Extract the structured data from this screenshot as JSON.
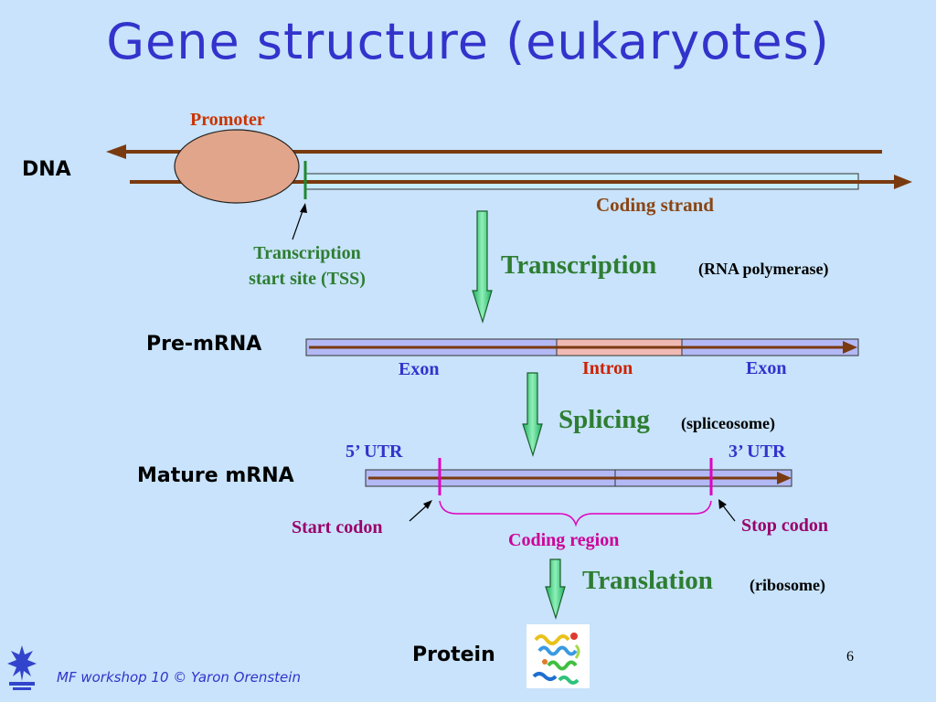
{
  "title": "Gene structure (eukaryotes)",
  "labels": {
    "promoter": "Promoter",
    "dna": "DNA",
    "coding_strand": "Coding strand",
    "tss_line1": "Transcription",
    "tss_line2": "start site (TSS)",
    "pre_mrna": "Pre-mRNA",
    "exon_1": "Exon",
    "intron": "Intron",
    "exon_2": "Exon",
    "utr_5": "5’ UTR",
    "utr_3": "3’ UTR",
    "mature_mrna": "Mature mRNA",
    "start_codon": "Start codon",
    "stop_codon": "Stop codon",
    "coding_region": "Coding region",
    "protein": "Protein"
  },
  "steps": {
    "transcription": {
      "label": "Transcription",
      "enzyme": "(RNA polymerase)"
    },
    "splicing": {
      "label": "Splicing",
      "enzyme": "(spliceosome)"
    },
    "translation": {
      "label": "Translation",
      "enzyme": "(ribosome)"
    }
  },
  "footer": "MF workshop 10 © Yaron Orenstein",
  "page_number": "6",
  "colors": {
    "background": "#c8e3fb",
    "title": "#3333cc",
    "strand": "#7a3a10",
    "promoter": "#e0a58a",
    "exon": "#b3b9f5",
    "intron": "#f1b9b3",
    "codon_marker": "#e000c0",
    "process_arrow": "#1fae62"
  },
  "icons": [
    "university-logo",
    "protein-structure-image"
  ]
}
